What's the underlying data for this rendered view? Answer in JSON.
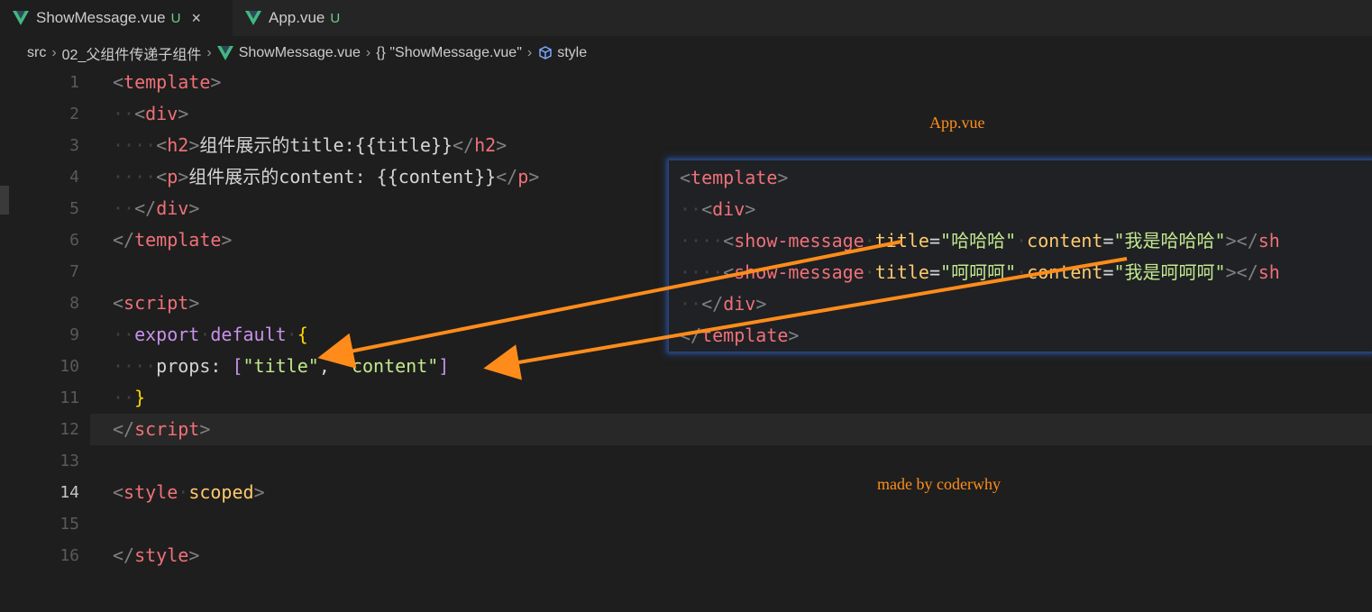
{
  "tabs": [
    {
      "label": "ShowMessage.vue",
      "badge": "U",
      "close": "×",
      "active": true
    },
    {
      "label": "App.vue",
      "badge": "U",
      "active": false
    }
  ],
  "breadcrumb": [
    "src",
    "02_父组件传递子组件",
    "ShowMessage.vue",
    "{} \"ShowMessage.vue\"",
    "style"
  ],
  "editor": {
    "current_line": 14,
    "line_numbers": [
      "1",
      "2",
      "3",
      "4",
      "5",
      "6",
      "7",
      "8",
      "9",
      "10",
      "11",
      "12",
      "13",
      "14",
      "15",
      "16"
    ]
  },
  "overlay": {
    "title": "App.vue",
    "credit": "made by coderwhy"
  },
  "colors": {
    "accent": "#ff8c1a",
    "vue_green": "#41b883",
    "panel_border": "#2b4a8a"
  },
  "icons": [
    "vue-logo-icon",
    "close-icon",
    "chevron-right-icon",
    "braces-icon",
    "cube-icon"
  ]
}
